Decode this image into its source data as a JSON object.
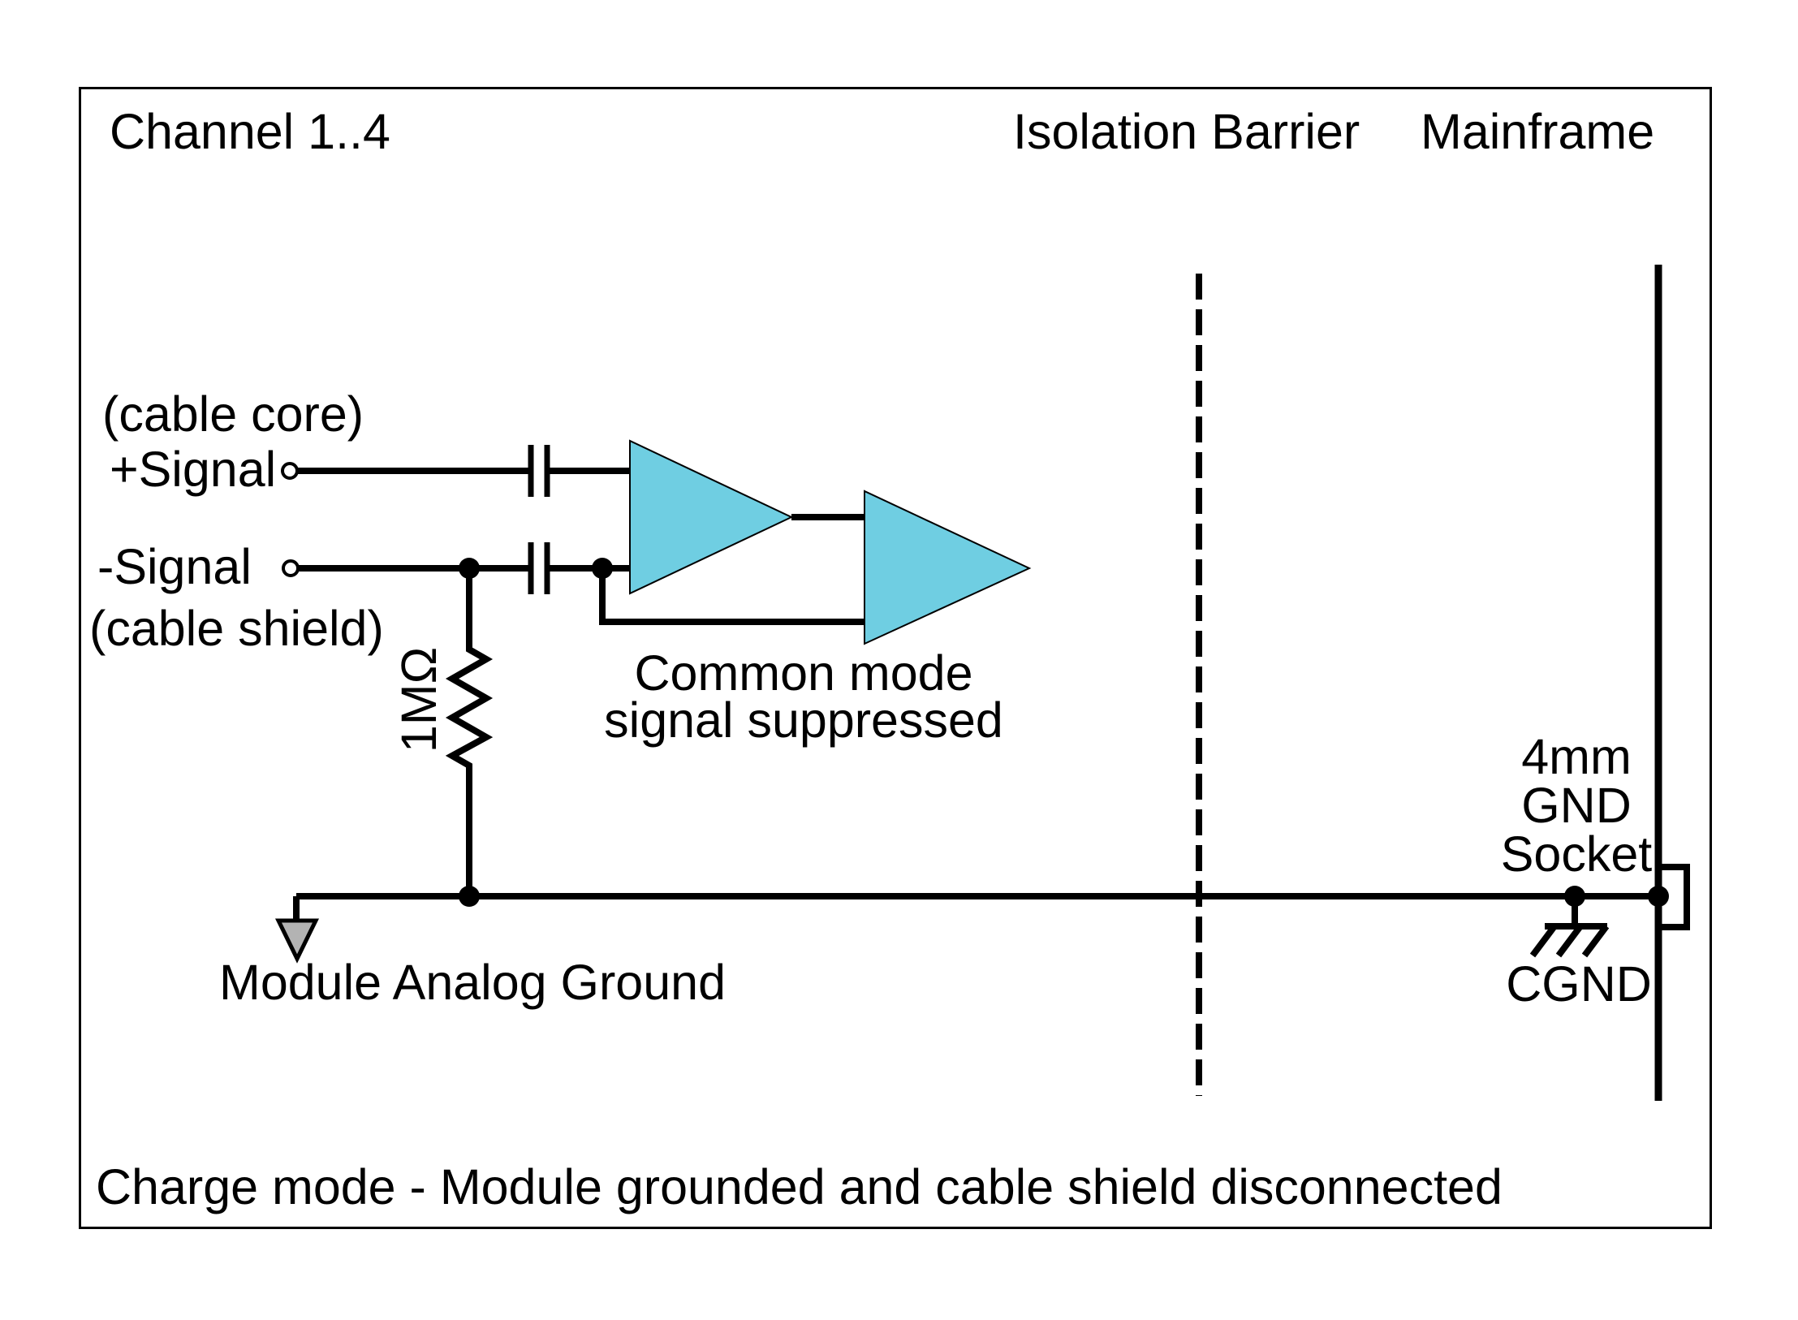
{
  "diagram": {
    "header": {
      "channel_title": "Channel 1..4",
      "isolation_title": "Isolation Barrier",
      "mainframe_title": "Mainframe"
    },
    "inputs": {
      "cable_core_label": "(cable core)",
      "plus_signal_label": "+Signal",
      "minus_signal_label": "-Signal",
      "cable_shield_label": "(cable shield)"
    },
    "components": {
      "resistor_value": "1MΩ",
      "common_mode_line1": "Common mode",
      "common_mode_line2": "signal suppressed",
      "module_ground_label": "Module Analog Ground",
      "socket_line1": "4mm",
      "socket_line2": "GND",
      "socket_line3": "Socket",
      "chassis_ground_label": "CGND"
    },
    "caption": "Charge mode - Module grounded and cable shield disconnected",
    "colors": {
      "line": "#000000",
      "amplifier_fill": "#6FCEE2",
      "ground_arrow_fill": "#b3b3b3",
      "background": "#ffffff"
    }
  }
}
